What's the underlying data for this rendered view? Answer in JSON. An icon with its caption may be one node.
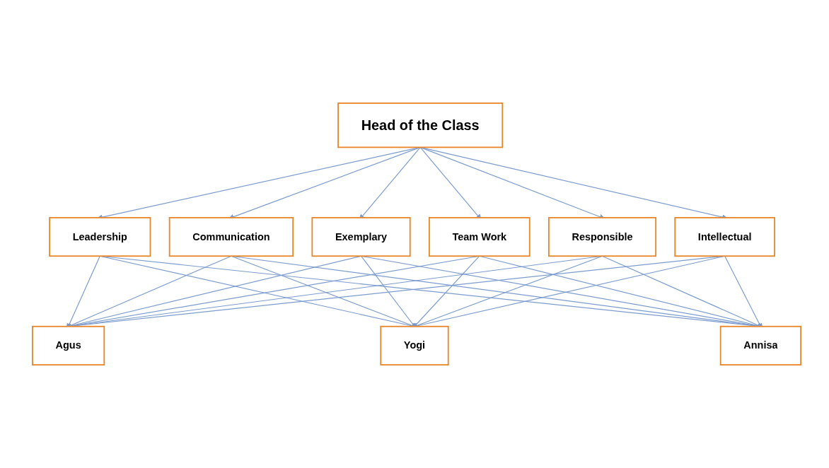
{
  "diagram": {
    "nodes": [
      {
        "text": [
          "Head of the Class"
        ]
      },
      {
        "text": [
          "Leadership"
        ]
      },
      {
        "text": [
          "Communication"
        ]
      },
      {
        "text": [
          "Exemplary"
        ]
      },
      {
        "text": [
          "Team Work"
        ]
      },
      {
        "text": [
          "Responsible"
        ]
      },
      {
        "text": [
          "Intellectual"
        ]
      },
      {
        "text": [
          "Agus"
        ]
      },
      {
        "text": [
          "Yogi"
        ]
      },
      {
        "text": [
          "Annisa"
        ]
      }
    ],
    "edges": [
      {
        "from": 0,
        "to": 1,
        "arrow": "to"
      },
      {
        "from": 0,
        "to": 2,
        "arrow": "to"
      },
      {
        "from": 0,
        "to": 3,
        "arrow": "to"
      },
      {
        "from": 0,
        "to": 4,
        "arrow": "to"
      },
      {
        "from": 0,
        "to": 5,
        "arrow": "to"
      },
      {
        "from": 0,
        "to": 6,
        "arrow": "to"
      },
      {
        "from": 1,
        "to": 7,
        "arrow": "to"
      },
      {
        "from": 1,
        "to": 8,
        "arrow": "to"
      },
      {
        "from": 1,
        "to": 9,
        "arrow": "to"
      },
      {
        "from": 2,
        "to": 7,
        "arrow": "to"
      },
      {
        "from": 2,
        "to": 8,
        "arrow": "to"
      },
      {
        "from": 2,
        "to": 9,
        "arrow": "to"
      },
      {
        "from": 3,
        "to": 7,
        "arrow": "to"
      },
      {
        "from": 3,
        "to": 8,
        "arrow": "to"
      },
      {
        "from": 3,
        "to": 9,
        "arrow": "to"
      },
      {
        "from": 4,
        "to": 7,
        "arrow": "to"
      },
      {
        "from": 4,
        "to": 8,
        "arrow": "to"
      },
      {
        "from": 4,
        "to": 9,
        "arrow": "to"
      },
      {
        "from": 5,
        "to": 7,
        "arrow": "to"
      },
      {
        "from": 5,
        "to": 8,
        "arrow": "to"
      },
      {
        "from": 5,
        "to": 9,
        "arrow": "to"
      },
      {
        "from": 6,
        "to": 7,
        "arrow": "to"
      },
      {
        "from": 6,
        "to": 8,
        "arrow": "to"
      },
      {
        "from": 6,
        "to": 9,
        "arrow": "to"
      }
    ]
  }
}
